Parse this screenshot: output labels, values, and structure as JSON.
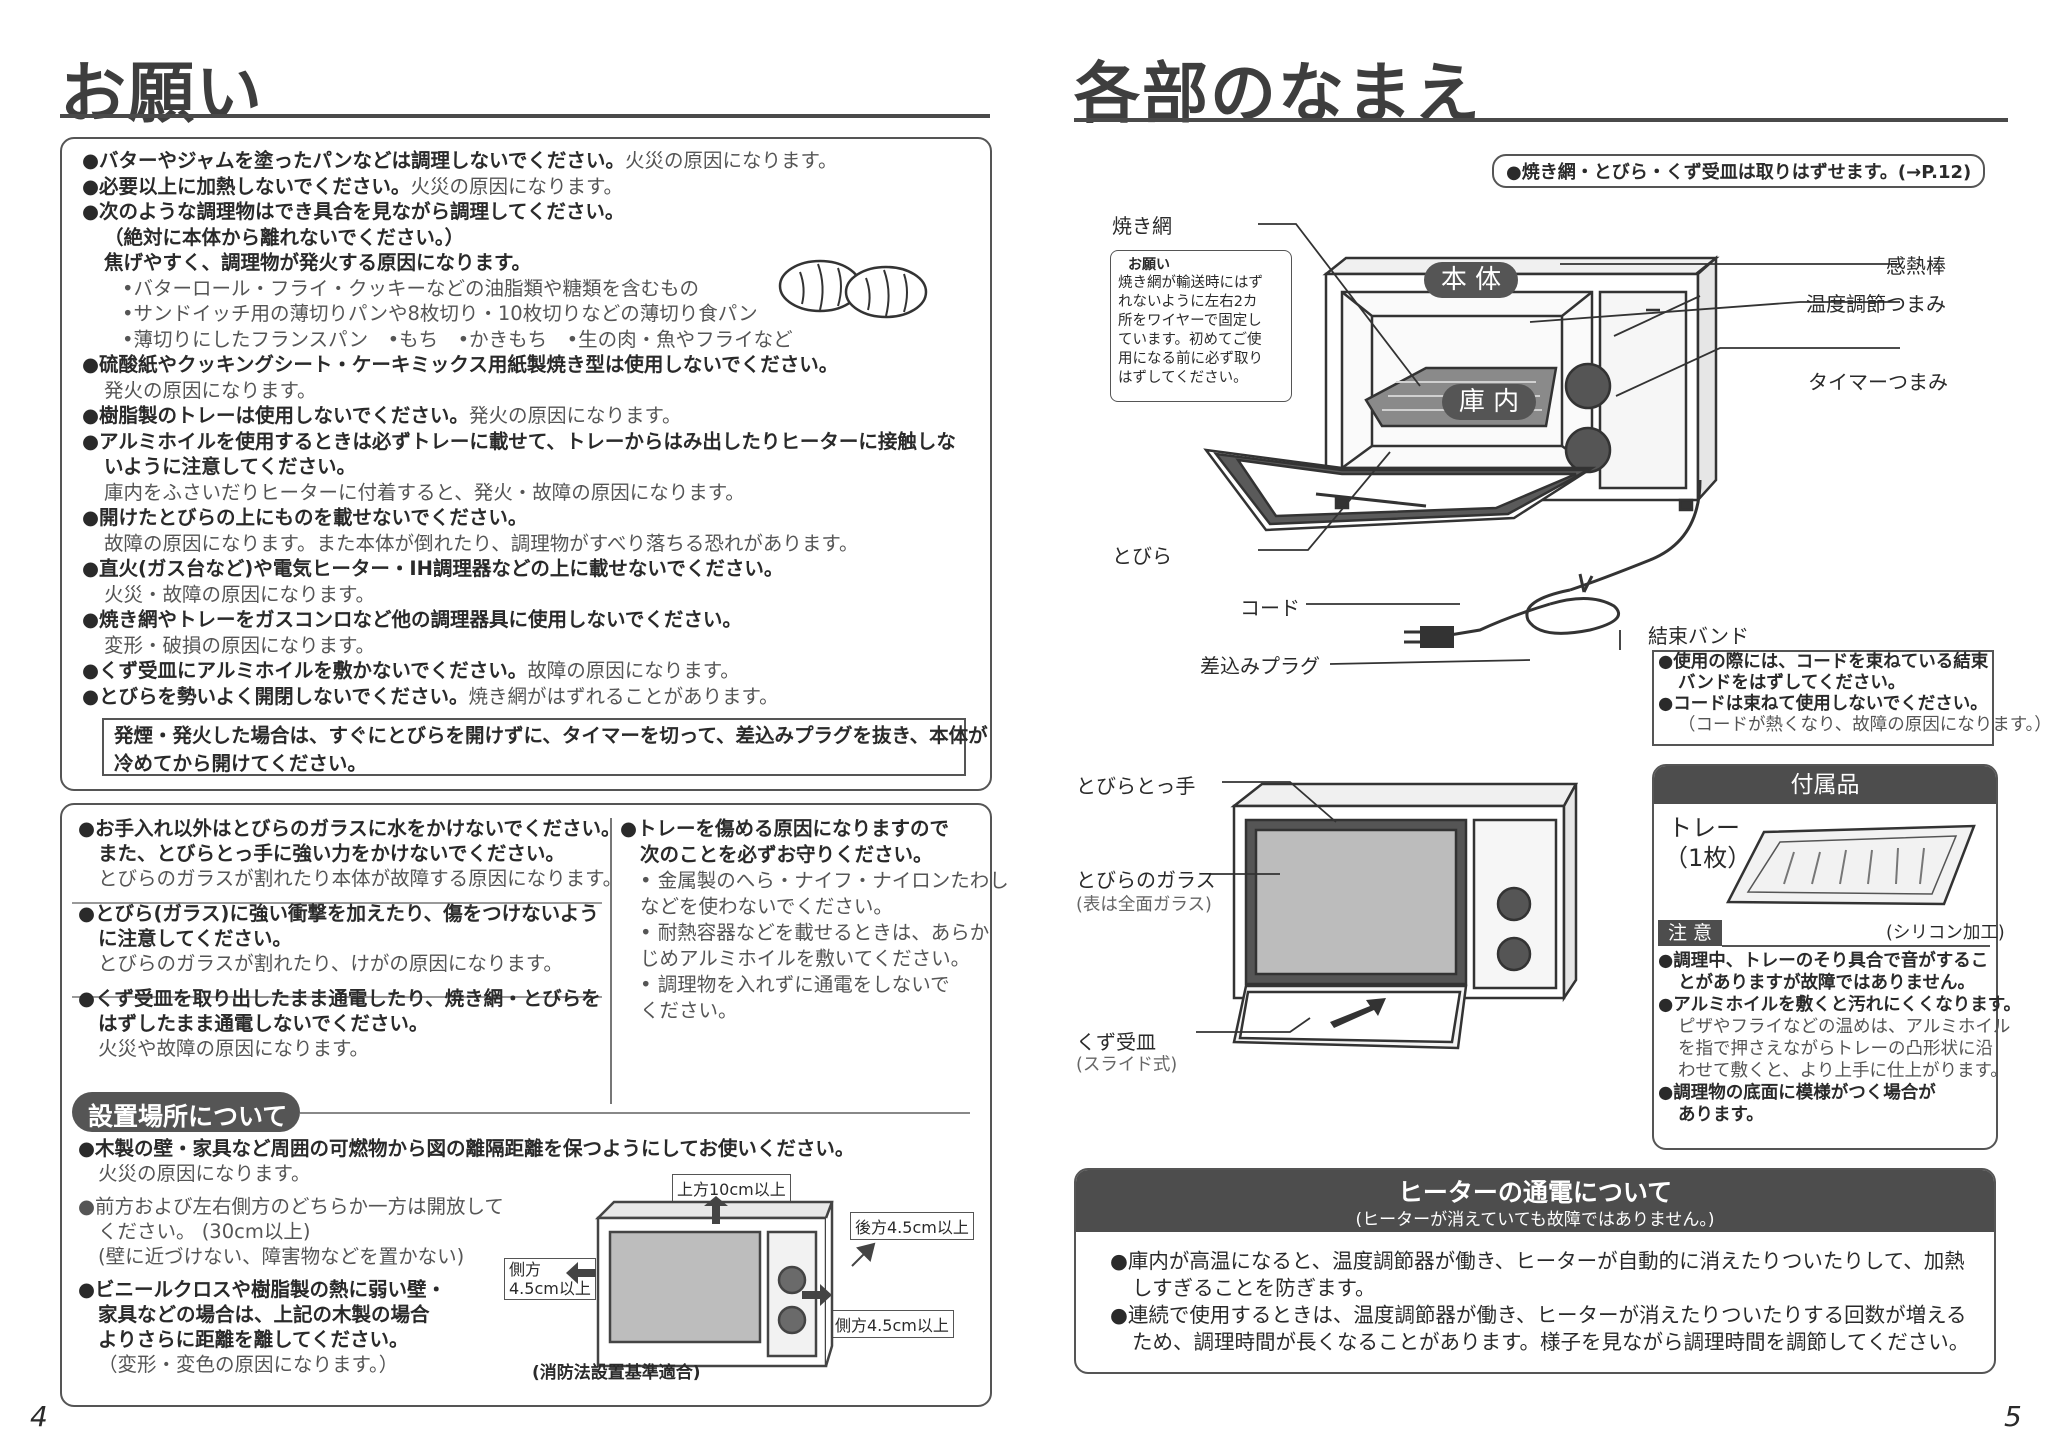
{
  "left": {
    "title": "お願い",
    "box1": [
      {
        "bold": "●バターやジャムを塗ったパンなどは調理しないでください。",
        "rest": "火災の原因になります。"
      },
      {
        "bold": "●必要以上に加熱しないでください。",
        "rest": "火災の原因になります。"
      },
      {
        "bold": "●次のような調理物はでき具合を見ながら調理してください。",
        "rest": ""
      },
      {
        "bold": "（絶対に本体から離れないでください。）",
        "rest": ""
      },
      {
        "bold": "焦げやすく、調理物が発火する原因になります。",
        "rest": ""
      },
      {
        "bold": "",
        "rest": "•バターロール・フライ・クッキーなどの油脂類や糖類を含むもの"
      },
      {
        "bold": "",
        "rest": "•サンドイッチ用の薄切りパンや8枚切り・10枚切りなどの薄切り食パン"
      },
      {
        "bold": "",
        "rest": "•薄切りにしたフランスパン　•もち　•かきもち　•生の肉・魚やフライなど"
      },
      {
        "bold": "●硫酸紙やクッキングシート・ケーキミックス用紙製焼き型は使用しないでください。",
        "rest": ""
      },
      {
        "bold": "",
        "rest": "発火の原因になります。"
      },
      {
        "bold": "●樹脂製のトレーは使用しないでください。",
        "rest": "発火の原因になります。"
      },
      {
        "bold": "●アルミホイルを使用するときは必ずトレーに載せて、トレーからはみ出したりヒーターに接触しな",
        "rest": ""
      },
      {
        "bold": "いように注意してください。",
        "rest": ""
      },
      {
        "bold": "",
        "rest": "庫内をふさいだりヒーターに付着すると、発火・故障の原因になります。"
      },
      {
        "bold": "●開けたとびらの上にものを載せないでください。",
        "rest": ""
      },
      {
        "bold": "",
        "rest": "故障の原因になります。また本体が倒れたり、調理物がすべり落ちる恐れがあります。"
      },
      {
        "bold": "●直火(ガス台など)や電気ヒーター・IH調理器などの上に載せないでください。",
        "rest": ""
      },
      {
        "bold": "",
        "rest": "火災・故障の原因になります。"
      },
      {
        "bold": "●焼き網やトレーをガスコンロなど他の調理器具に使用しないでください。",
        "rest": ""
      },
      {
        "bold": "",
        "rest": "変形・破損の原因になります。"
      },
      {
        "bold": "●くず受皿にアルミホイルを敷かないでください。",
        "rest": "故障の原因になります。"
      },
      {
        "bold": "●とびらを勢いよく開閉しないでください。",
        "rest": "焼き網がはずれることがあります。"
      }
    ],
    "warning": [
      "発煙・発火した場合は、すぐにとびらを開けずに、タイマーを切って、差込みプラグを抜き、本体が",
      "冷めてから開けてください。"
    ],
    "box2_left": [
      {
        "b": "●お手入れ以外はとびらのガラスに水をかけないでください。",
        "n": ""
      },
      {
        "b": "また、とびらとっ手に強い力をかけないでください。",
        "n": ""
      },
      {
        "b": "",
        "n": "とびらのガラスが割れたり本体が故障する原因になります。"
      },
      {
        "b": "●とびら(ガラス)に強い衝撃を加えたり、傷をつけないよう",
        "n": ""
      },
      {
        "b": "に注意してください。",
        "n": ""
      },
      {
        "b": "",
        "n": "とびらのガラスが割れたり、けがの原因になります。"
      },
      {
        "b": "●くず受皿を取り出したまま通電したり、焼き網・とびらを",
        "n": ""
      },
      {
        "b": "はずしたまま通電しないでください。",
        "n": ""
      },
      {
        "b": "",
        "n": "火災や故障の原因になります。"
      }
    ],
    "box2_right": [
      {
        "b": "●トレーを傷める原因になりますので",
        "n": ""
      },
      {
        "b": "次のことを必ずお守りください。",
        "n": ""
      },
      {
        "b": "",
        "n": "• 金属製のへら・ナイフ・ナイロンたわし"
      },
      {
        "b": "",
        "n": "などを使わないでください。"
      },
      {
        "b": "",
        "n": "• 耐熱容器などを載せるときは、あらか"
      },
      {
        "b": "",
        "n": "じめアルミホイルを敷いてください。"
      },
      {
        "b": "",
        "n": "• 調理物を入れずに通電をしないで"
      },
      {
        "b": "",
        "n": "ください。"
      }
    ],
    "placement_header": "設置場所について",
    "placement": [
      {
        "b": "●木製の壁・家具など周囲の可燃物から図の離隔距離を保つようにしてお使いください。",
        "n": ""
      },
      {
        "b": "",
        "n": "火災の原因になります。"
      }
    ],
    "placement2": [
      {
        "b": "",
        "n": "●前方および左右側方のどちらか一方は開放して"
      },
      {
        "b": "",
        "n": "ください。 (30cm以上)"
      },
      {
        "b": "",
        "n": "(壁に近づけない、障害物などを置かない)"
      },
      {
        "b": "●ビニールクロスや樹脂製の熱に弱い壁・",
        "n": ""
      },
      {
        "b": "家具などの場合は、上記の木製の場合",
        "n": ""
      },
      {
        "b": "よりさらに距離を離してください。",
        "n": ""
      },
      {
        "b": "",
        "n": "（変形・変色の原因になります。）"
      }
    ],
    "dist_top": "上方10cm以上",
    "dist_back": "後方4.5cm以上",
    "dist_side_left_1": "側方",
    "dist_side_left_2": "4.5cm以上",
    "dist_side_right": "側方4.5cm以上",
    "dist_caption": "(消防法設置基準適合)",
    "page_number": "4"
  },
  "right": {
    "title": "各部のなまえ",
    "removable_note": "●焼き網・とびら・くず受皿は取りはずせます。(→P.12)",
    "labels": {
      "yakiami": "焼き網",
      "hontai": "本 体",
      "konai": "庫 内",
      "kannetsu": "感熱棒",
      "ondo": "温度調節つまみ",
      "timer": "タイマーつまみ",
      "tobira": "とびら",
      "cord": "コード",
      "kessoku": "結束バンド",
      "plug": "差込みプラグ",
      "handle": "とびらとっ手",
      "glass": "とびらのガラス",
      "glass_sub": "(表は全面ガラス)",
      "kuzu": "くず受皿",
      "kuzu_sub": "(スライド式)"
    },
    "onegai_small": {
      "title": "お願い",
      "lines": [
        "焼き網が輸送時にはず",
        "れないように左右2カ",
        "所をワイヤーで固定し",
        "ています。初めてご使",
        "用になる前に必ず取り",
        "はずしてください。"
      ]
    },
    "cord_note": [
      {
        "b": "●使用の際には、コードを束ねている結束",
        "n": ""
      },
      {
        "b": "バンドをはずしてください。",
        "n": ""
      },
      {
        "b": "●コードは束ねて使用しないでください。",
        "n": ""
      },
      {
        "b": "",
        "n": "（コードが熱くなり、故障の原因になります。）"
      }
    ],
    "accessory": {
      "header": "付属品",
      "item_1": "トレー",
      "item_2": "（1枚）",
      "note_label": "注 意",
      "coating": "(シリコン加工)",
      "lines": [
        {
          "b": "●調理中、トレーのそり具合で音がするこ",
          "n": ""
        },
        {
          "b": "とがありますが故障ではありません。",
          "n": ""
        },
        {
          "b": "●アルミホイルを敷くと汚れにくくなります。",
          "n": ""
        },
        {
          "b": "",
          "n": "ピザやフライなどの温めは、アルミホイル"
        },
        {
          "b": "",
          "n": "を指で押さえながらトレーの凸形状に沿"
        },
        {
          "b": "",
          "n": "わせて敷くと、より上手に仕上がります。"
        },
        {
          "b": "●調理物の底面に模様がつく場合が",
          "n": ""
        },
        {
          "b": "あります。",
          "n": ""
        }
      ]
    },
    "heater": {
      "title": "ヒーターの通電について",
      "subtitle": "(ヒーターが消えていても故障ではありません。)",
      "lines": [
        "●庫内が高温になると、温度調節器が働き、ヒーターが自動的に消えたりついたりして、加熱",
        "しすぎることを防ぎます。",
        "●連続で使用するときは、温度調節器が働き、ヒーターが消えたりついたりする回数が増える",
        "ため、調理時間が長くなることがあります。様子を見ながら調理時間を調節してください。"
      ]
    },
    "page_number": "5"
  },
  "icons": [
    "bread-icon",
    "toaster-oven-illustration",
    "tray-illustration",
    "arrow-icon"
  ]
}
